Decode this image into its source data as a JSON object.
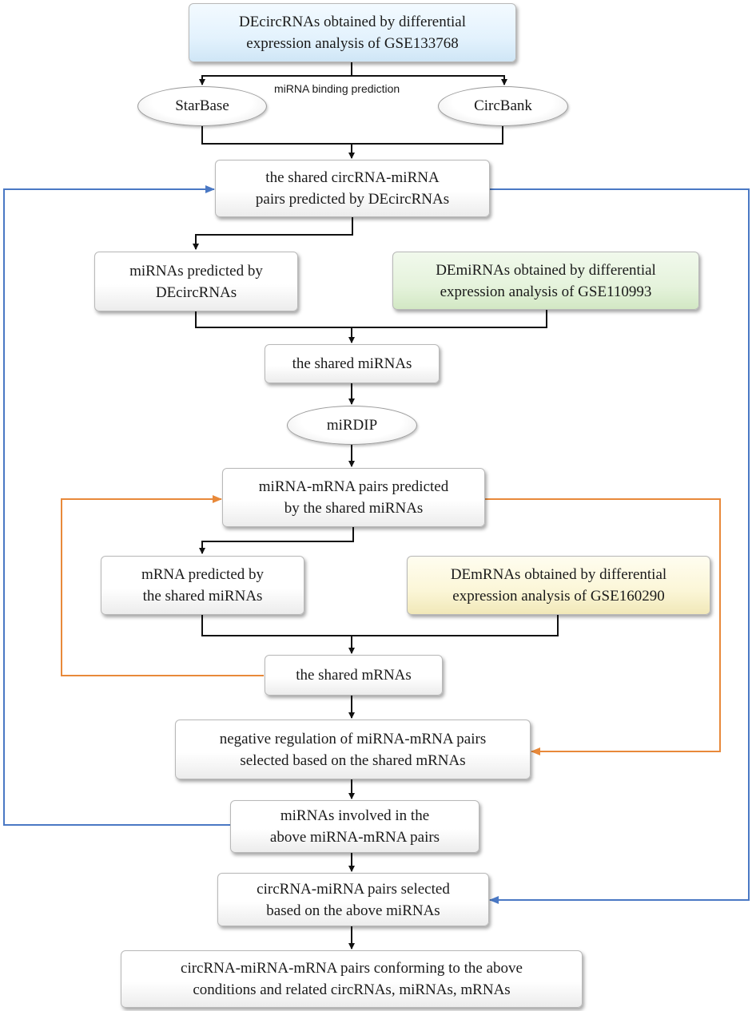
{
  "nodes": {
    "decircrnas": [
      "DEcircRNAs obtained by differential",
      "expression analysis of GSE133768"
    ],
    "starbase": "StarBase",
    "circbank": "CircBank",
    "binding_note": "miRNA binding prediction",
    "shared_pairs": [
      "the shared circRNA-miRNA",
      "pairs predicted by DEcircRNAs"
    ],
    "mirnas_predicted": [
      "miRNAs predicted by",
      "DEcircRNAs"
    ],
    "demirnas": [
      "DEmiRNAs obtained by differential",
      "expression analysis of GSE110993"
    ],
    "shared_mirnas": "the shared miRNAs",
    "mirdip": "miRDIP",
    "mirna_mrna_pairs": [
      "miRNA-mRNA pairs predicted",
      "by the shared miRNAs"
    ],
    "mrna_predicted": [
      "mRNA predicted by",
      "the shared miRNAs"
    ],
    "demrnas": [
      "DEmRNAs obtained by differential",
      "expression analysis of GSE160290"
    ],
    "shared_mrnas": "the shared mRNAs",
    "negative_regulation": [
      "negative regulation of miRNA-mRNA pairs",
      "selected based on the shared mRNAs"
    ],
    "mirnas_involved": [
      "miRNAs involved in the",
      "above miRNA-mRNA pairs"
    ],
    "circrna_mirna_selected": [
      "circRNA-miRNA pairs selected",
      "based on the above miRNAs"
    ],
    "final": [
      "circRNA-miRNA-mRNA pairs conforming to the above",
      "conditions and related circRNAs, miRNAs, mRNAs"
    ]
  },
  "colors": {
    "arrow": "#111111",
    "feedback_blue": "#4a78c4",
    "feedback_orange": "#e8893a",
    "box_blue": "#e3f2fd",
    "box_green": "#e5f3dc",
    "box_yellow": "#fbf6d7"
  }
}
